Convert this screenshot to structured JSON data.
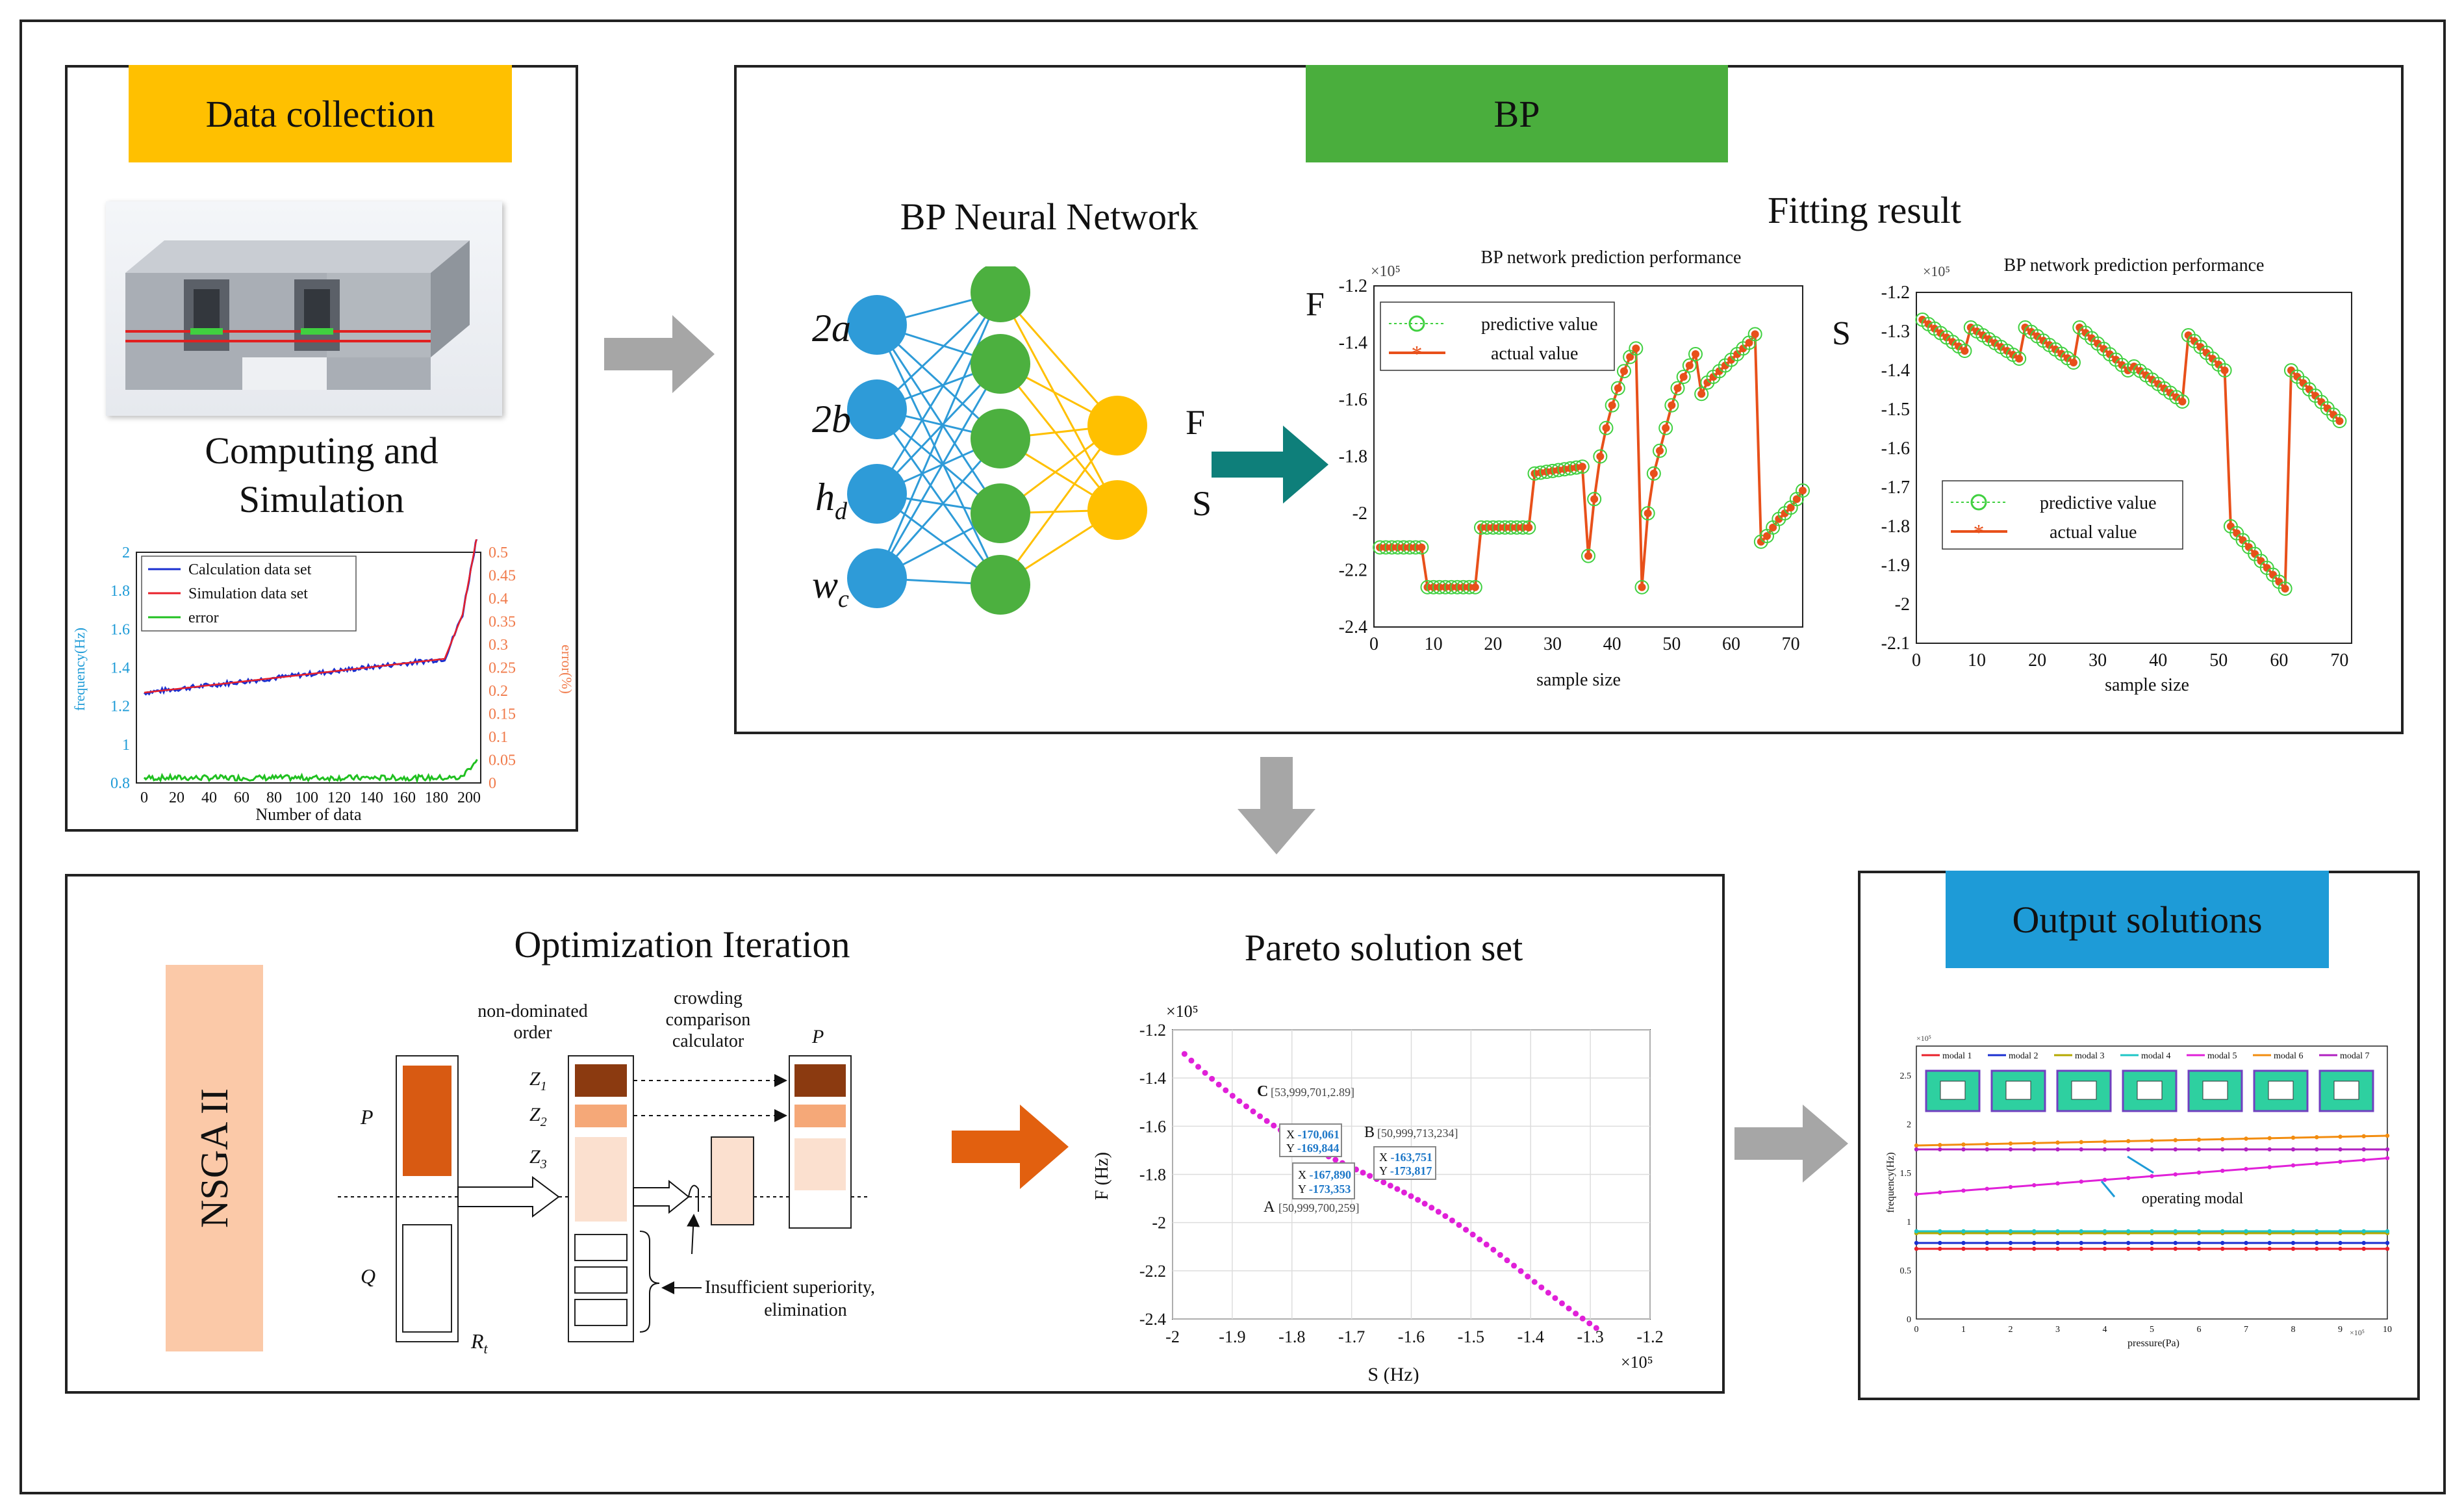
{
  "headers": {
    "data_collection": "Data collection",
    "bp": "BP",
    "nsga": "NSGA II",
    "output": "Output solutions"
  },
  "titles": {
    "computing_l1": "Computing and",
    "computing_l2": "Simulation",
    "bp_network": "BP Neural Network",
    "fitting": "Fitting result",
    "optimization": "Optimization Iteration",
    "pareto": "Pareto solution set"
  },
  "colors": {
    "data_header": "#FFC000",
    "bp_header": "#4AAE3D",
    "nsga_header": "#FBC9A8",
    "output_header": "#1E9BD7",
    "input_node": "#2E9BD8",
    "hidden_node": "#4CB03F",
    "output_node": "#FFC000",
    "arrow_gray": "#A6A6A6",
    "arrow_teal": "#0E7F7A",
    "arrow_orange": "#E2600F"
  },
  "nn": {
    "inputs": [
      "2a",
      "2b",
      "h_d",
      "w_c"
    ],
    "outputs": [
      "F",
      "S"
    ]
  },
  "freq_chart": {
    "ylabel_left": "frequency(Hz)",
    "ylabel_right": "error(%)",
    "xlabel": "Number of data",
    "left_ticks": [
      "0.8",
      "1",
      "1.2",
      "1.4",
      "1.6",
      "1.8",
      "2"
    ],
    "right_ticks": [
      "0",
      "0.05",
      "0.1",
      "0.15",
      "0.2",
      "0.25",
      "0.3",
      "0.35",
      "0.4",
      "0.45",
      "0.5"
    ],
    "x_ticks": [
      "0",
      "20",
      "40",
      "60",
      "80",
      "100",
      "120",
      "140",
      "160",
      "180",
      "200"
    ],
    "legend": [
      "Calculation data set",
      "Simulation data set",
      "error"
    ]
  },
  "fit_F": {
    "title": "BP network prediction performance",
    "side_label": "F",
    "exp": "×10⁵",
    "y_ticks": [
      "-1.2",
      "-1.4",
      "-1.6",
      "-1.8",
      "-2",
      "-2.2",
      "-2.4"
    ],
    "x_ticks": [
      "0",
      "10",
      "20",
      "30",
      "40",
      "50",
      "60",
      "70"
    ],
    "xlabel": "sample size",
    "legend": [
      "predictive value",
      "actual value"
    ]
  },
  "fit_S": {
    "title": "BP network prediction performance",
    "side_label": "S",
    "exp": "×10⁵",
    "y_ticks": [
      "-1.2",
      "-1.3",
      "-1.4",
      "-1.5",
      "-1.6",
      "-1.7",
      "-1.8",
      "-1.9",
      "-2",
      "-2.1"
    ],
    "x_ticks": [
      "0",
      "10",
      "20",
      "30",
      "40",
      "50",
      "60",
      "70"
    ],
    "xlabel": "sample size",
    "legend": [
      "predictive value",
      "actual value"
    ]
  },
  "nsga_diagram": {
    "non_dominated": "non-dominated order",
    "crowding": "crowding comparison calculator",
    "P": "P",
    "Q": "Q",
    "Rt": "R",
    "Rt_sub": "t",
    "Z1": "Z",
    "Z2": "Z",
    "Z3": "Z",
    "Pt": "P",
    "insufficient": "Insufficient superiority,",
    "elimination": "elimination"
  },
  "pareto_chart": {
    "ylabel": "F (Hz)",
    "xlabel": "S (Hz)",
    "exp": "×10⁵",
    "y_ticks": [
      "-1.2",
      "-1.4",
      "-1.6",
      "-1.8",
      "-2",
      "-2.2",
      "-2.4"
    ],
    "x_ticks": [
      "-2",
      "-1.9",
      "-1.8",
      "-1.7",
      "-1.6",
      "-1.5",
      "-1.4",
      "-1.3",
      "-1.2"
    ],
    "point_C": "C",
    "point_C_val": "[53,999,701,2.89]",
    "point_B": "B",
    "point_B_val": "[50,999,713,234]",
    "point_A": "A",
    "point_A_val": "[50,999,700,259]",
    "box1_x": "-170,061",
    "box1_y": "-169,844",
    "box2_x": "-167,890",
    "box2_y": "-173,353",
    "box3_x": "-163,751",
    "box3_y": "-173,817"
  },
  "output_chart": {
    "ylabel": "frequency(Hz)",
    "xlabel": "pressure(Pa)",
    "exp": "×10⁵",
    "legend": [
      "modal 1",
      "modal 2",
      "modal 3",
      "modal 4",
      "modal 5",
      "modal 6",
      "modal 7"
    ],
    "legend_colors": [
      "#E8202A",
      "#1A2FD0",
      "#B5A800",
      "#1EC6C6",
      "#E020D8",
      "#F28C0F",
      "#B020C0"
    ],
    "annotation": "operating modal",
    "y_ticks": [
      "0",
      "0.5",
      "1",
      "1.5",
      "2",
      "2.5"
    ],
    "x_ticks": [
      "0",
      "1",
      "2",
      "3",
      "4",
      "5",
      "6",
      "7",
      "8",
      "9",
      "10"
    ]
  }
}
